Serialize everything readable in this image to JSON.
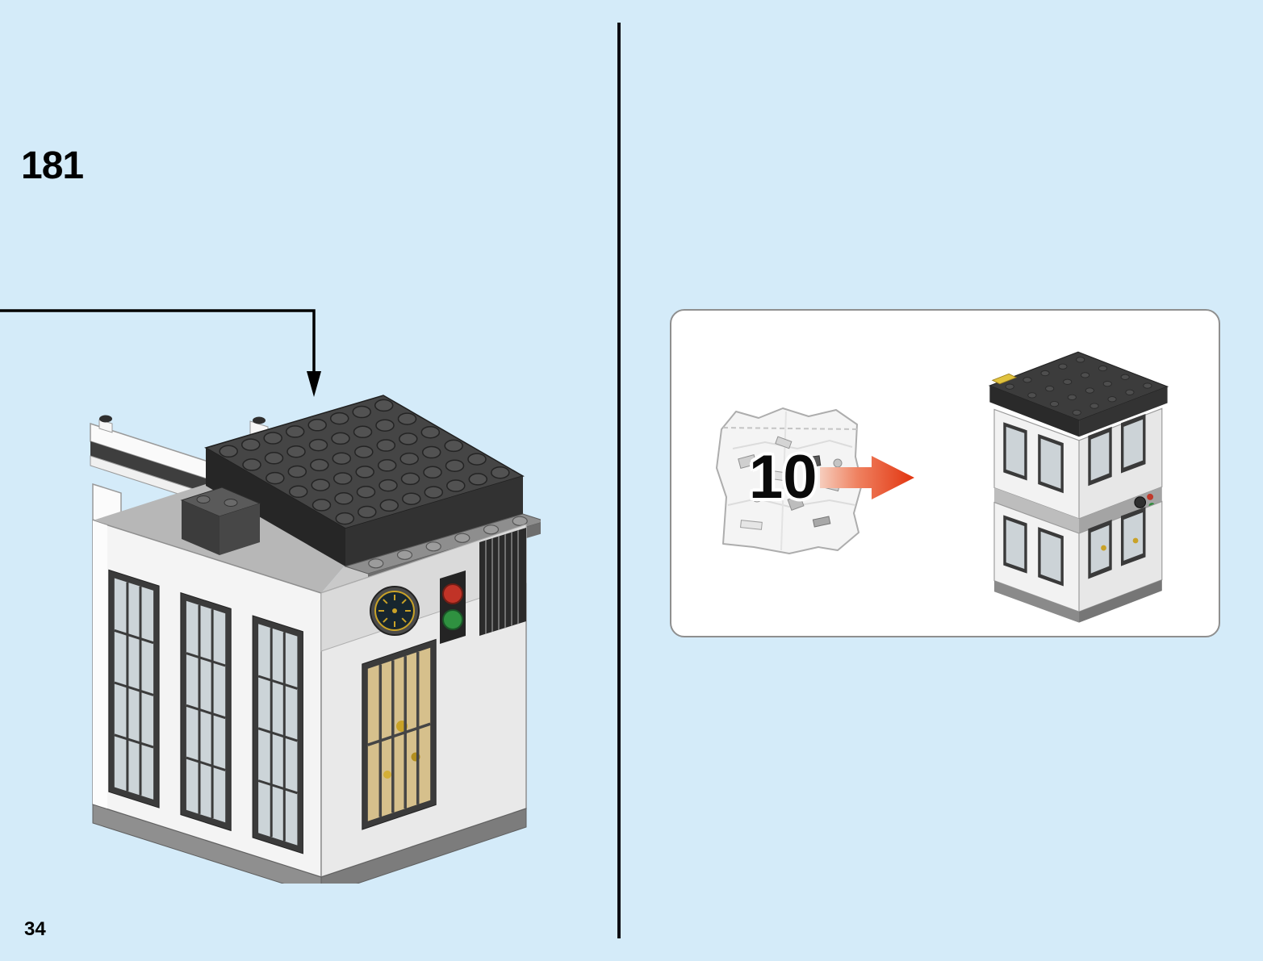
{
  "page": {
    "step_number": "181",
    "page_number": "34"
  },
  "inset": {
    "bag_number": "10"
  },
  "colors": {
    "background": "#d4ebf9",
    "divider": "#0e0e14",
    "panel_background": "#ffffff",
    "panel_border": "#8f8f8f",
    "arrow_red": "#e2340f",
    "roof_dark": "#454545",
    "wall_white": "#f4f4f4",
    "traffic_light_red": "#c13327",
    "traffic_light_green": "#2f9140",
    "window_gold": "#d6c08c"
  },
  "illustrations": {
    "main_model": "lego-building-step-model",
    "callout": "down-arrow-callout",
    "bag_icon": "parts-bag",
    "arrow_icon": "red-arrow-right",
    "preview": "assembled-module-preview"
  }
}
